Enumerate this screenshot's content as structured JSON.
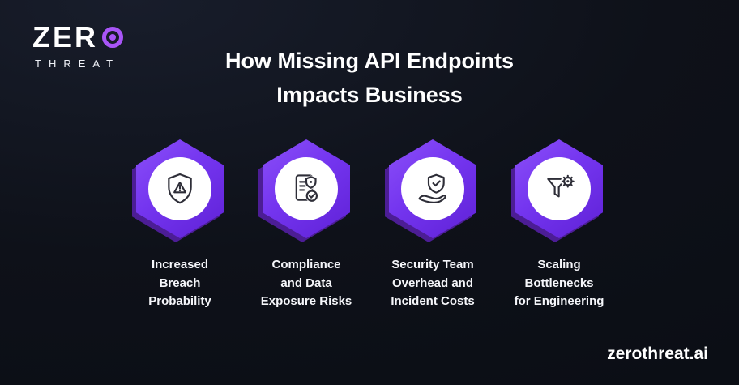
{
  "page": {
    "background": "#0e1119",
    "accent_purple": "#7435ef",
    "hex_shadow_purple": "#4c1d95",
    "icon_color": "#2e2e38"
  },
  "logo": {
    "word_top": "ZER",
    "word_bottom": "THREAT"
  },
  "title": {
    "text": "How Missing API Endpoints\nImpacts Business"
  },
  "cards": [
    {
      "icon": "shield-alert-icon",
      "label": "Increased\nBreach\nProbability"
    },
    {
      "icon": "compliance-document-icon",
      "label": "Compliance\nand Data\nExposure Risks"
    },
    {
      "icon": "hand-shield-icon",
      "label": "Security Team\nOverhead and\nIncident Costs"
    },
    {
      "icon": "funnel-gear-icon",
      "label": "Scaling\nBottlenecks\nfor Engineering"
    }
  ],
  "footer": {
    "website": "zerothreat.ai"
  }
}
